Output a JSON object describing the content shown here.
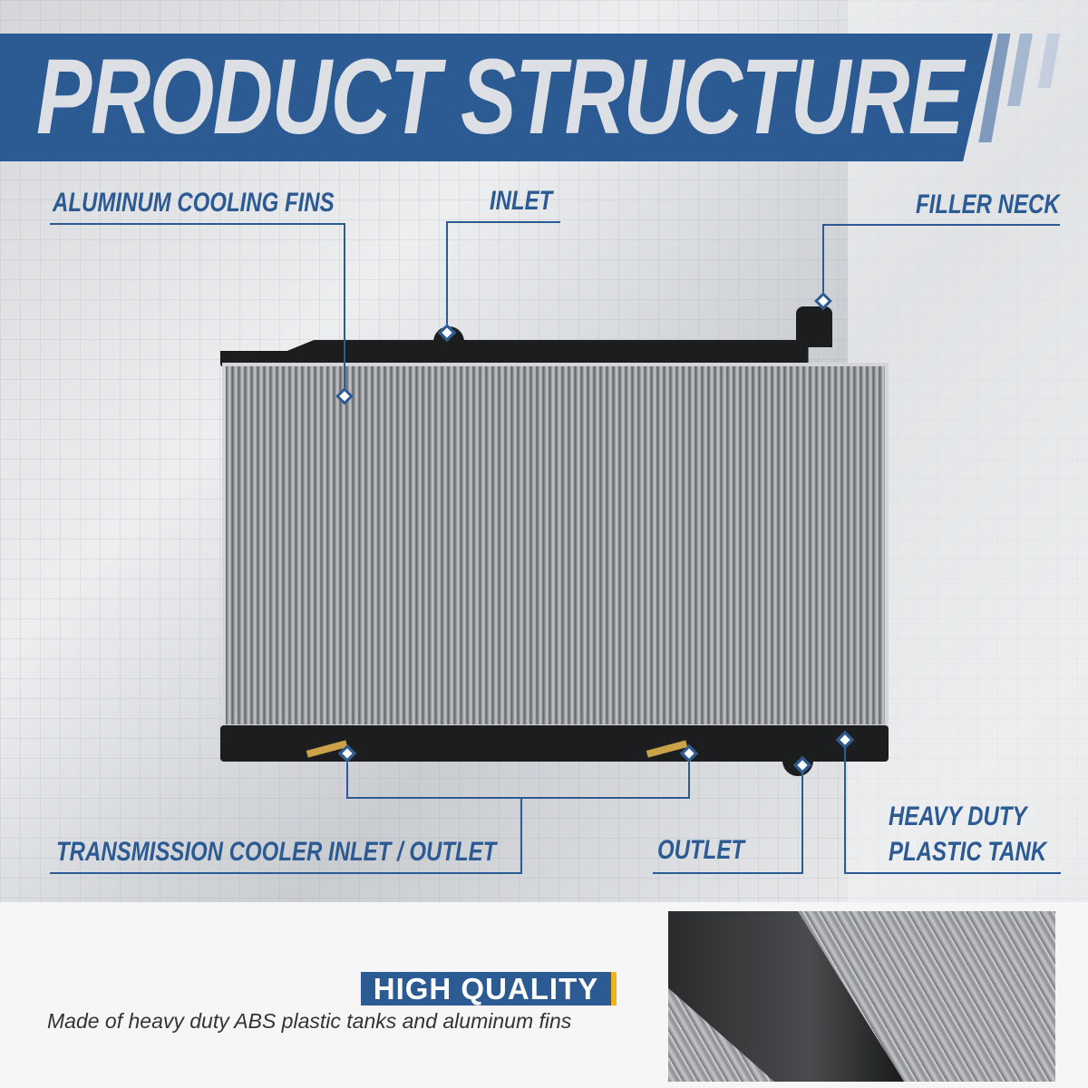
{
  "header": {
    "title": "PRODUCT STRUCTURE"
  },
  "callouts": {
    "fins": "ALUMINUM COOLING FINS",
    "inlet": "INLET",
    "filler_neck": "FILLER NECK",
    "transmission": "TRANSMISSION COOLER INLET / OUTLET",
    "outlet": "OUTLET",
    "tank_line1": "HEAVY DUTY",
    "tank_line2": "PLASTIC TANK"
  },
  "feature": {
    "badge": "HIGH QUALITY",
    "description": "Made of heavy duty ABS plastic tanks and aluminum fins"
  },
  "colors": {
    "brand_blue": "#2c5a93",
    "accent_yellow": "#f2b316"
  }
}
